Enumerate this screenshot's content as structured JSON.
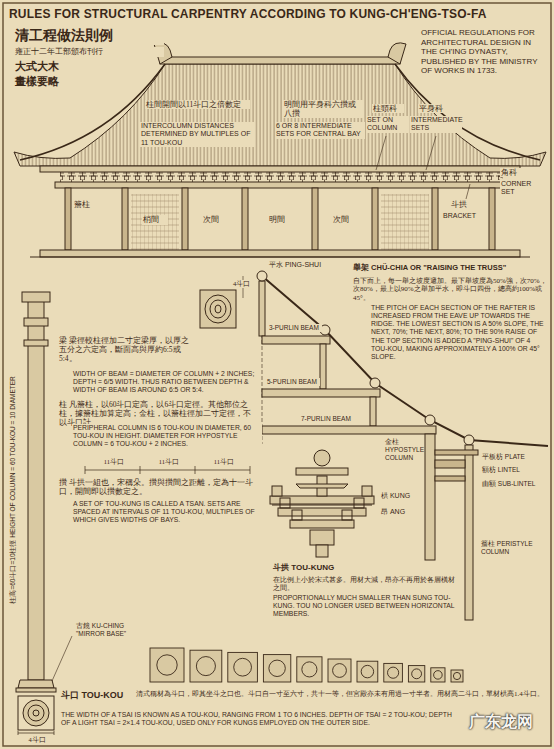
{
  "diagram": {
    "title": "RULES FOR STRUCTURAL CARPENTRY ACCORDING TO KUNG-CH'ENG-TSO-FA",
    "labels": [
      "清工程做法則例",
      "雍正十二年工部頒布刊行",
      "大式大木",
      "畫樣要略",
      "OFFICIAL REGULATIONS FOR ARCHITECTURAL DESIGN IN THE CH'ING DYNASTY, PUBLISHED BY THE MINISTRY OF WORKS IN 1733.",
      "柱間開間以11斗口之倍數定",
      "INTERCOLUMN DISTANCES DETERMINED BY MULTIPLES OF 11 TOU-KOU",
      "明間用平身科六攢或八攢",
      "6 OR 8 INTERMEDIATE SETS FOR CENTRAL BAY",
      "柱頭科",
      "SET ON COLUMN",
      "平身科",
      "INTERMEDIATE SETS",
      "角科",
      "CORNER SET",
      "簷柱",
      "梢間",
      "次間",
      "明間",
      "次間",
      "斗拱",
      "BRACKET",
      "舉架 CHÜ-CHIA OR \"RAISING THE TRUSS\"",
      "自下而上，每一舉之坡度遞加。最下舉坡度為50%強，次70%，次80%，最上以90%之舉加平水，即斗口四份，總高約100%或45°。",
      "THE PITCH OF EACH SECTION OF THE RAFTER IS INCREASED FROM THE EAVE UP TOWARDS THE RIDGE. THE LOWEST SECTION IS A 50% SLOPE, THE NEXT, 70%; THE NEXT, 80%; TO THE 90% RAISE OF THE TOP SECTION IS ADDED A \"PING-SHUI\" OF 4 TOU-KOU, MAKING APPROXIMATELY A 100% OR 45° SLOPE.",
      "平水 PING-SHUI",
      "4斗口",
      "3-PURLIN BEAM",
      "5-PURLIN BEAM",
      "7-PURLIN BEAM",
      "金柱 HYPOSTYLE COLUMN",
      "平板枋 PLATE",
      "額枋 LINTEL",
      "由額 SUB-LINTEL",
      "簷柱 PERISTYLE COLUMN",
      "梁 梁徑較柱徑加二寸定梁厚，以厚之五分之六定高，斷面高與厚約6:5或5:4。",
      "WIDTH OF BEAM = DIAMETER OF COLUMN + 2 INCHES; DEPTH = 6/5 WIDTH. THUS RATIO BETWEEN DEPTH & WIDTH OF BEAM IS AROUND 6:5 OR 5:4.",
      "柱 凡簷柱，以60斗口定高，以6斗口定徑。其他部位之柱，據簷柱加算定高；金柱，以簷柱徑加二寸定徑，不以斗口計。",
      "PERIPHERAL COLUMN IS 6 TOU-KOU IN DIAMETER, 60 TOU-KOU IN HEIGHT. DIAMETER FOR HYPOSTYLE COLUMN = 6 TOU-KOU + 2 INCHES.",
      "柱高=60斗口=10柱徑 HEIGHT OF COLUMN = 60 TOU-KOU = 10 DIAMETER",
      "11斗口",
      "11斗口",
      "11斗口",
      "攢 斗拱一組也，宋稱朵。攢與攢間之距離，定為十一斗口，開間即以攢數定之。",
      "A SET OF TOU-KUNG IS CALLED A TSAN. SETS ARE SPACED AT INTERVALS OF 11 TOU-KOU, MULTIPLES OF WHICH GIVES WIDTHS OF BAYS.",
      "斗拱 TOU-KUNG",
      "在比例上小於宋式甚多。用材大減，昂亦不再用於各層橫材之間。",
      "PROPORTIONALLY MUCH SMALLER THAN SUNG TOU-KUNG. TOU NO LONGER USED BETWEEN HORIZONTAL MEMBERS.",
      "栱 KUNG",
      "昂 ANG",
      "古鏡 KU-CHING \"MIRROR BASE\"",
      "4斗口",
      "斗口 TOU-KOU",
      "清式稱材為斗口，即其坐斗之口也。斗口自一寸至六寸，共十一等，但宮殿亦未有用過一寸半者。用材高二斗口，單材栱高1.4斗口。",
      "THE WIDTH OF A TSAI IS KNOWN AS A TOU-KOU, RANGING FROM 1 TO 6 INCHES. DEPTH OF TSAI = 2 TOU-KOU; DEPTH OF A LIGHT TSAI = 2×1.4 TOU-KOU, USED ONLY FOR KUNGS EMPLOYED ON THE OUTER SIDE.",
      "广东龙网"
    ]
  }
}
